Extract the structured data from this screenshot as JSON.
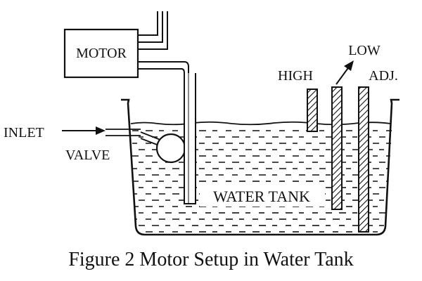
{
  "diagram": {
    "labels": {
      "motor": "MOTOR",
      "low": "LOW",
      "high": "HIGH",
      "adj": "ADJ.",
      "inlet": "INLET",
      "valve": "VALVE",
      "water_tank": "WATER TANK"
    },
    "caption": "Figure 2 Motor Setup in Water Tank"
  }
}
